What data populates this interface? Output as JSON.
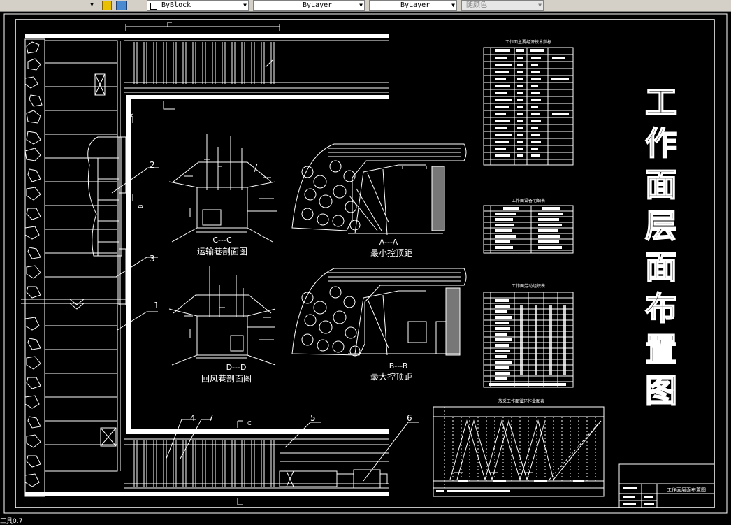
{
  "toolbar": {
    "dropdown_arrow": "▼",
    "color_control": "ByBlock",
    "linetype_control": "ByLayer",
    "lineweight_control": "ByLayer",
    "plotstyle_control": "随颜色"
  },
  "drawing": {
    "title_vertical": [
      "工",
      "作",
      "面",
      "层",
      "面",
      "布",
      "置",
      "图"
    ],
    "labels": {
      "n1": "1",
      "n2": "2",
      "n3": "3",
      "n4": "4",
      "n5": "5",
      "n6": "6",
      "n7": "7",
      "sec_a": "A",
      "sec_b": "B",
      "sec_c": "C",
      "cc": "C---C",
      "transport_section": "运输巷剖面图",
      "aa": "A---A",
      "min_control": "最小控顶距",
      "dd": "D---D",
      "return_section": "回风巷剖面图",
      "bb": "B---B",
      "max_control": "最大控顶距"
    },
    "table1_title": "工作面主要经济技术指标",
    "table2_title": "工作面设备明细表",
    "table3_title": "工作面劳动组织表",
    "chart_title": "放采工作面循环作业图表",
    "titleblock_name": "工作面层面布置图"
  },
  "status": {
    "text": "工具0.7"
  }
}
